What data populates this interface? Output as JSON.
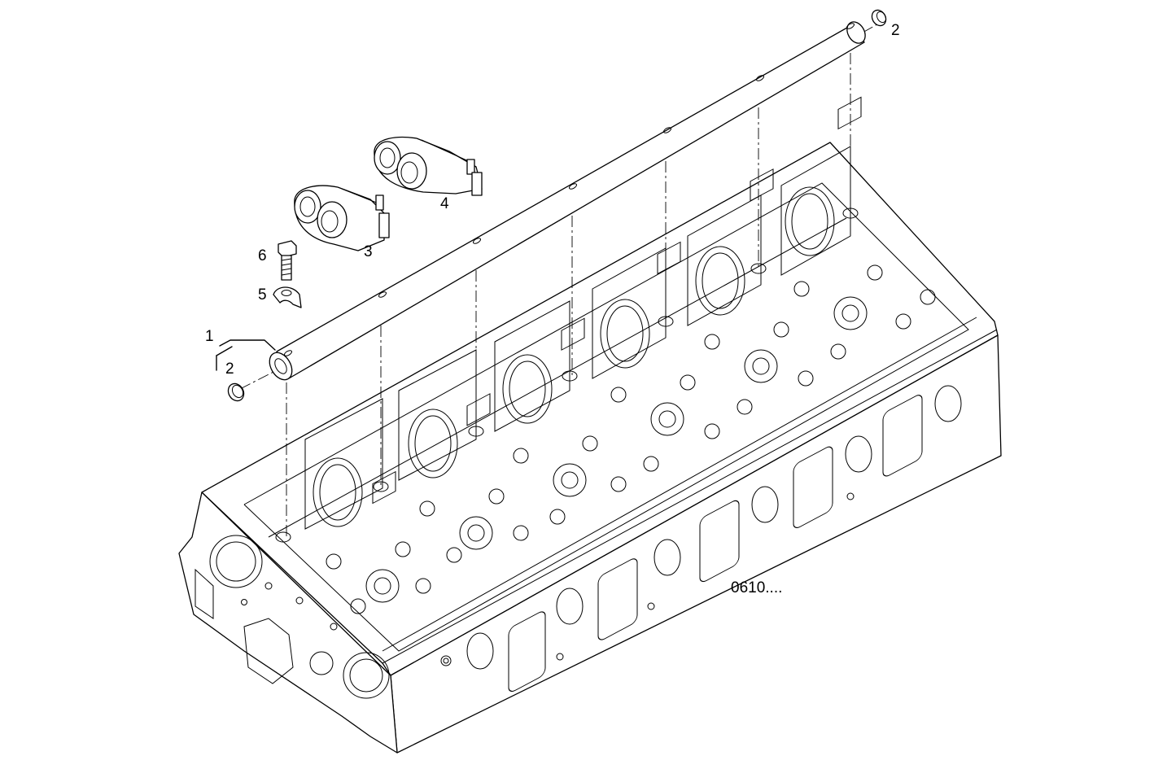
{
  "callouts": {
    "c1": "1",
    "c2_top": "2",
    "c2_left": "2",
    "c3": "3",
    "c4": "4",
    "c5": "5",
    "c6": "6"
  },
  "drawing_code": "0610...."
}
